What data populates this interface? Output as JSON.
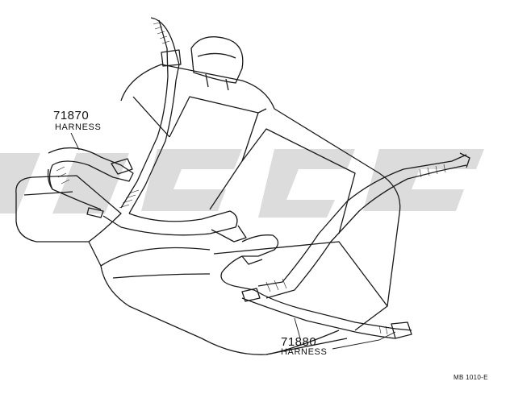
{
  "callouts": [
    {
      "part_number": "71870",
      "name": "HARNESS"
    },
    {
      "part_number": "71880",
      "name": "HARNESS"
    }
  ],
  "figure_ref": "MB 1010-E",
  "colors": {
    "line": "#1a1a1a",
    "watermark": "#dcdcdc",
    "background": "#ffffff"
  }
}
